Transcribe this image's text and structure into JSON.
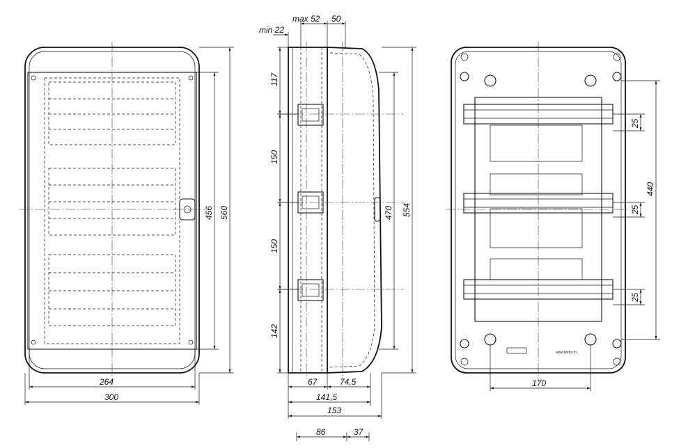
{
  "front_view": {
    "width_inner": "264",
    "width_outer": "300",
    "height_inner": "456",
    "height_outer": "560"
  },
  "side_view": {
    "top_min": "min 22",
    "top_max": "max 52",
    "top_50": "50",
    "v_117": "117",
    "v_150a": "150",
    "v_150b": "150",
    "v_142": "142",
    "v_470": "470",
    "v_554": "554",
    "b_67": "67",
    "b_74_5": "74,5",
    "b_141_5": "141,5",
    "b_153": "153",
    "b_86": "86",
    "b_37": "37"
  },
  "back_view": {
    "rail_pitch_1": "25",
    "rail_pitch_2": "25",
    "rail_pitch_3": "25",
    "mount_height": "440",
    "mount_width": "170",
    "website": "www.tekfor.ru"
  },
  "icons": [
    "dimension-arrow-icon",
    "mounting-hole-icon",
    "lock-latch-icon",
    "din-rail-icon"
  ]
}
